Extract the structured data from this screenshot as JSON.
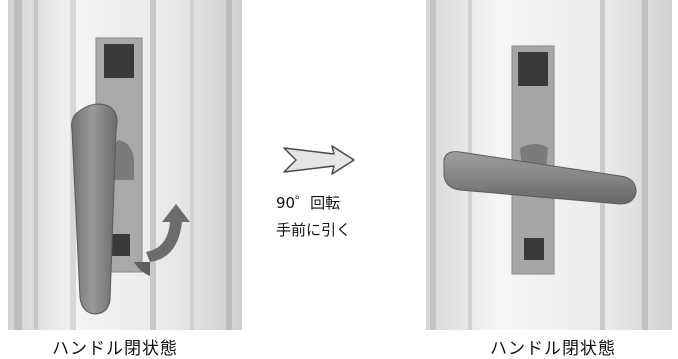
{
  "left_figure": {
    "caption": "ハンドル閉状態",
    "subject": "door-frame-with-vertical-handle",
    "colors": {
      "handle": "#8a8a8a",
      "frame": "#e4e4e4",
      "strike_plate": "#a9a9a9",
      "arrow": "#6c6c6c"
    }
  },
  "right_figure": {
    "caption": "ハンドル閉状態",
    "subject": "door-frame-with-horizontal-handle",
    "colors": {
      "handle": "#858585",
      "frame": "#ececec",
      "strike_plate": "#a6a6a6"
    }
  },
  "instruction": {
    "line1": "90゜回転",
    "line2": "手前に引く",
    "arrow_icon": "right-arrow-icon"
  }
}
